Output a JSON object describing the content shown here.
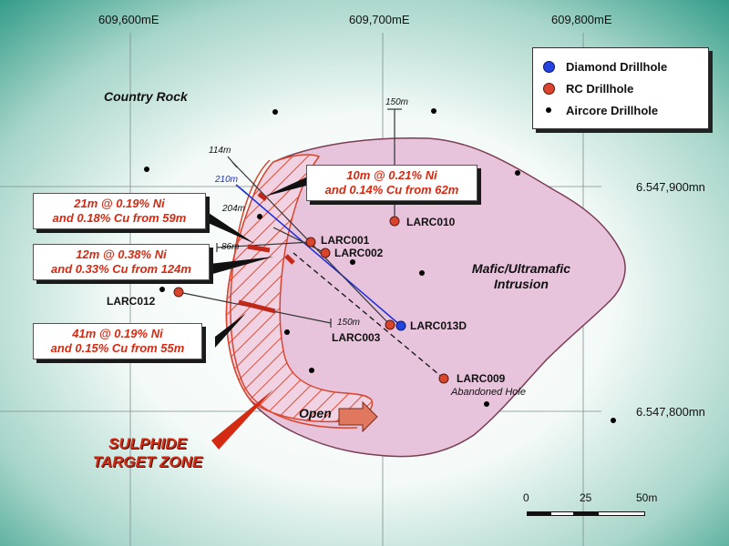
{
  "grid": {
    "eastings": [
      "609,600mE",
      "609,700mE",
      "609,800mE"
    ],
    "northings": [
      "6.547,900mn",
      "6.547,800mn"
    ]
  },
  "labels": {
    "country_rock": "Country Rock",
    "intrusion_line1": "Mafic/Ultramafic",
    "intrusion_line2": "Intrusion",
    "open": "Open",
    "sulphide_line1": "SULPHIDE",
    "sulphide_line2": "TARGET ZONE"
  },
  "legend": {
    "diamond": "Diamond Drillhole",
    "rc": "RC Drillhole",
    "aircore": "Aircore Drillhole"
  },
  "drillholes": {
    "larc010": "LARC010",
    "larc001": "LARC001",
    "larc002": "LARC002",
    "larc012": "LARC012",
    "larc003": "LARC003",
    "larc013d": "LARC013D",
    "larc009": "LARC009",
    "abandoned": "Abandoned Hole"
  },
  "depths": {
    "d150_top": "150m",
    "d114": "114m",
    "d210": "210m",
    "d204": "204m",
    "d86": "86m",
    "d150_mid": "150m"
  },
  "intercepts": {
    "c1_line1": "10m @ 0.21% Ni",
    "c1_line2": "and 0.14% Cu from 62m",
    "c2_line1": "21m @ 0.19% Ni",
    "c2_line2": "and 0.18% Cu from 59m",
    "c3_line1": "12m @ 0.38% Ni",
    "c3_line2": "and 0.33% Cu from 124m",
    "c4_line1": "41m @ 0.19% Ni",
    "c4_line2": "and 0.15% Cu from 55m"
  },
  "scale": {
    "s0": "0",
    "s25": "25",
    "s50": "50m"
  },
  "colors": {
    "background_center": "#ffffff",
    "background_edge": "#2f9a86",
    "intrusion_fill": "#e7c3dc",
    "rc_hole": "#d8452c",
    "diamond_hole": "#2443e0",
    "aircore_hole": "#000000",
    "callout_text": "#d42a12",
    "hatch": "#e24a32"
  }
}
